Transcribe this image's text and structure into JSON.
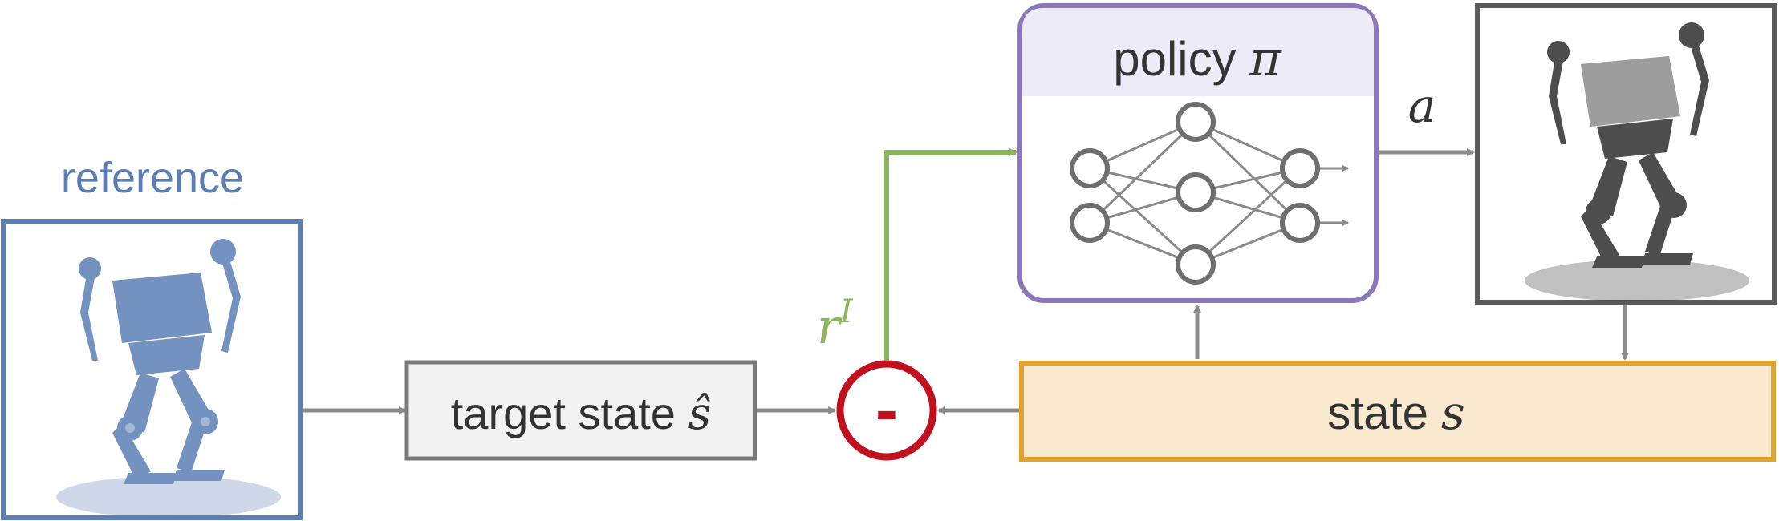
{
  "reference": {
    "label": "reference"
  },
  "target_state": {
    "text": "target state ",
    "symbol": "ŝ"
  },
  "subtract_node": {
    "symbol": "-"
  },
  "reward": {
    "base": "r",
    "superscript": "I"
  },
  "policy": {
    "text": "policy ",
    "symbol": "π"
  },
  "action": {
    "symbol": "a"
  },
  "state": {
    "text": "state ",
    "symbol": "s"
  },
  "colors": {
    "reference_blue": "#5b7fb5",
    "policy_purple": "#8b78b8",
    "policy_header": "#ecebf7",
    "reward_green": "#8db55a",
    "state_orange": "#e2a22e",
    "state_fill": "#f8e9cf",
    "subtract_red": "#c2111e",
    "arrow_gray": "#8c8c8c",
    "box_gray": "#7a7a7a",
    "robot_box": "#5a5a5a",
    "net_gray": "#6f6f6f"
  },
  "icons": {
    "reference_robot": "bipedal-robot-icon",
    "output_robot": "bipedal-robot-icon",
    "policy_network": "neural-network-icon"
  }
}
